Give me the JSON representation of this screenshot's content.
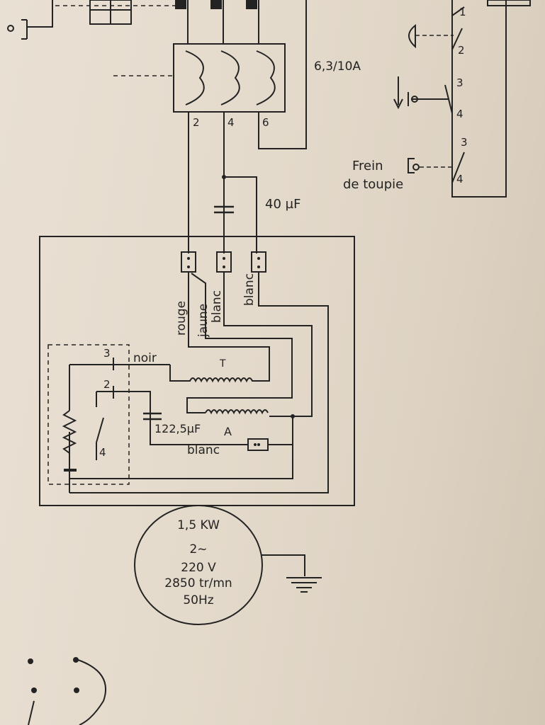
{
  "breaker": {
    "rating": "6,3/10A",
    "terminals_in": [
      "2",
      "4",
      "6"
    ]
  },
  "run_capacitor": {
    "value": "40 µF"
  },
  "switch_contacts": [
    "1",
    "2",
    "3",
    "4",
    "3",
    "4"
  ],
  "brake_label": [
    "Frein",
    "de toupie"
  ],
  "terminal_box": {
    "wire_colors": [
      "rouge",
      "jaune",
      "blanc",
      "blanc"
    ]
  },
  "internal": {
    "contact_labels": [
      "3",
      "2",
      "4"
    ],
    "wire_noir": "noir",
    "wire_blanc": "blanc",
    "start_capacitor": "122,5µF",
    "coil_T": "T",
    "coil_A": "A"
  },
  "motor": {
    "power": "1,5 KW",
    "phase": "2~",
    "voltage": "220 V",
    "speed": "2850 tr/mn",
    "frequency": "50Hz"
  },
  "colors": {
    "ink": "#232323",
    "paper": "#e6dccf"
  }
}
